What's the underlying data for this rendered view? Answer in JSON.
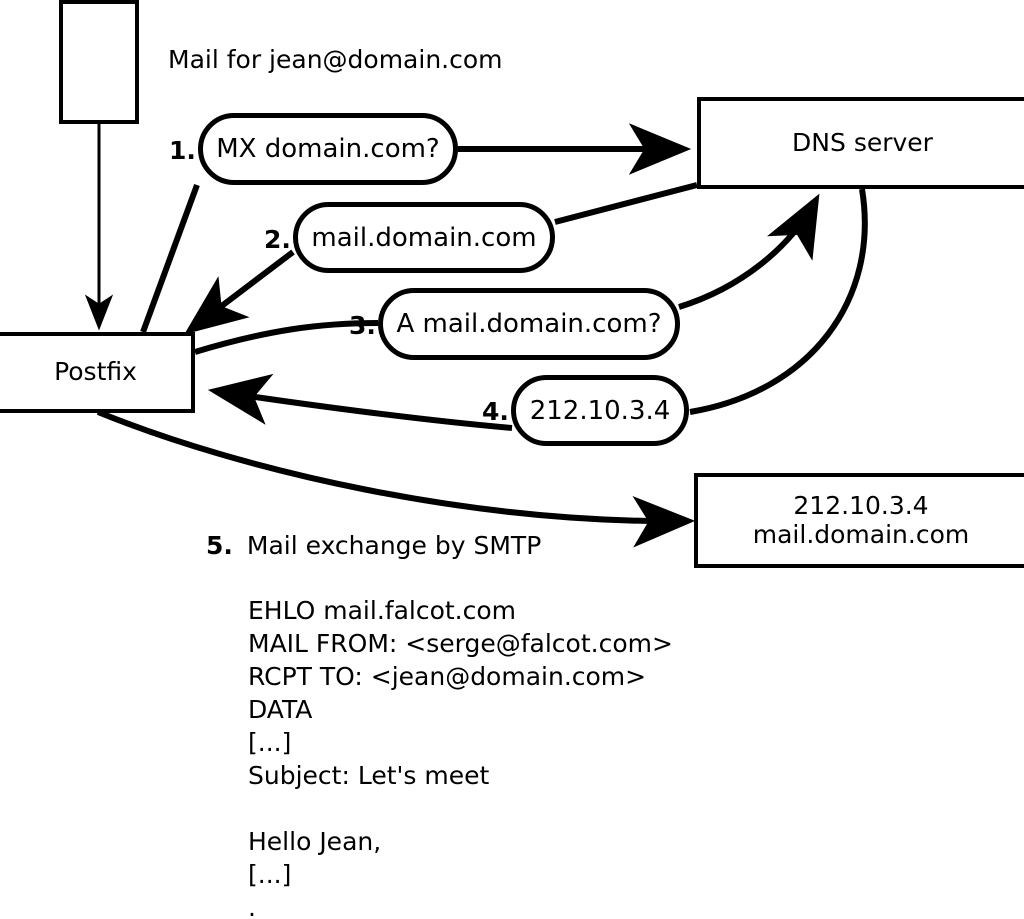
{
  "diagram": {
    "title_label": "Mail for jean@domain.com",
    "nodes": {
      "sender_client": {
        "label": ""
      },
      "postfix": {
        "label": "Postfix"
      },
      "dns_server": {
        "label": "DNS server"
      },
      "target_server": {
        "line1": "212.10.3.4",
        "line2": "mail.domain.com"
      }
    },
    "steps": [
      {
        "num": "1.",
        "text": "MX domain.com?"
      },
      {
        "num": "2.",
        "text": "mail.domain.com"
      },
      {
        "num": "3.",
        "text": "A mail.domain.com?"
      },
      {
        "num": "4.",
        "text": "212.10.3.4"
      }
    ],
    "step5": {
      "num": "5.",
      "text": "Mail exchange by SMTP"
    },
    "smtp_transcript": [
      "EHLO mail.falcot.com",
      "MAIL FROM: <serge@falcot.com>",
      "RCPT TO: <jean@domain.com>",
      "DATA",
      "[...]",
      "Subject: Let's meet",
      "",
      "Hello Jean,",
      "[...]",
      "."
    ],
    "colors": {
      "stroke": "#000000",
      "background": "#ffffff"
    }
  }
}
